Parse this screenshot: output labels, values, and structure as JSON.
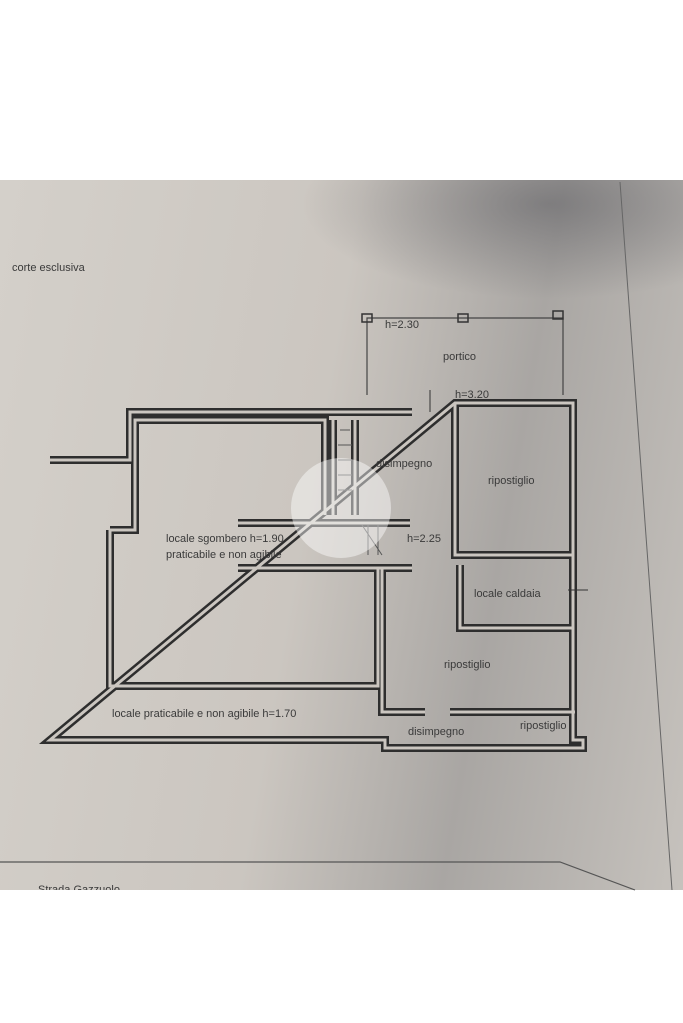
{
  "plan": {
    "corte": "corte esclusiva",
    "portico_h": "h=2.30",
    "portico": "portico",
    "h320": "h=3.20",
    "disimpegno_top": "disimpegno",
    "ripostiglio_top": "ripostiglio",
    "sgombero_line1": "locale sgombero h=1.90",
    "sgombero_line2": "praticabile e non agibile",
    "h225": "h=2.25",
    "caldaia": "locale caldaia",
    "ripostiglio_mid": "ripostiglio",
    "praticabile": "locale praticabile e non agibile h=1.70",
    "disimpegno_bottom": "disimpegno",
    "ripostiglio_bottom": "ripostiglio",
    "strada": "Strada Gazzuolo"
  },
  "colors": {
    "paper": "#cfcac3",
    "ink": "#2e2e2e"
  }
}
